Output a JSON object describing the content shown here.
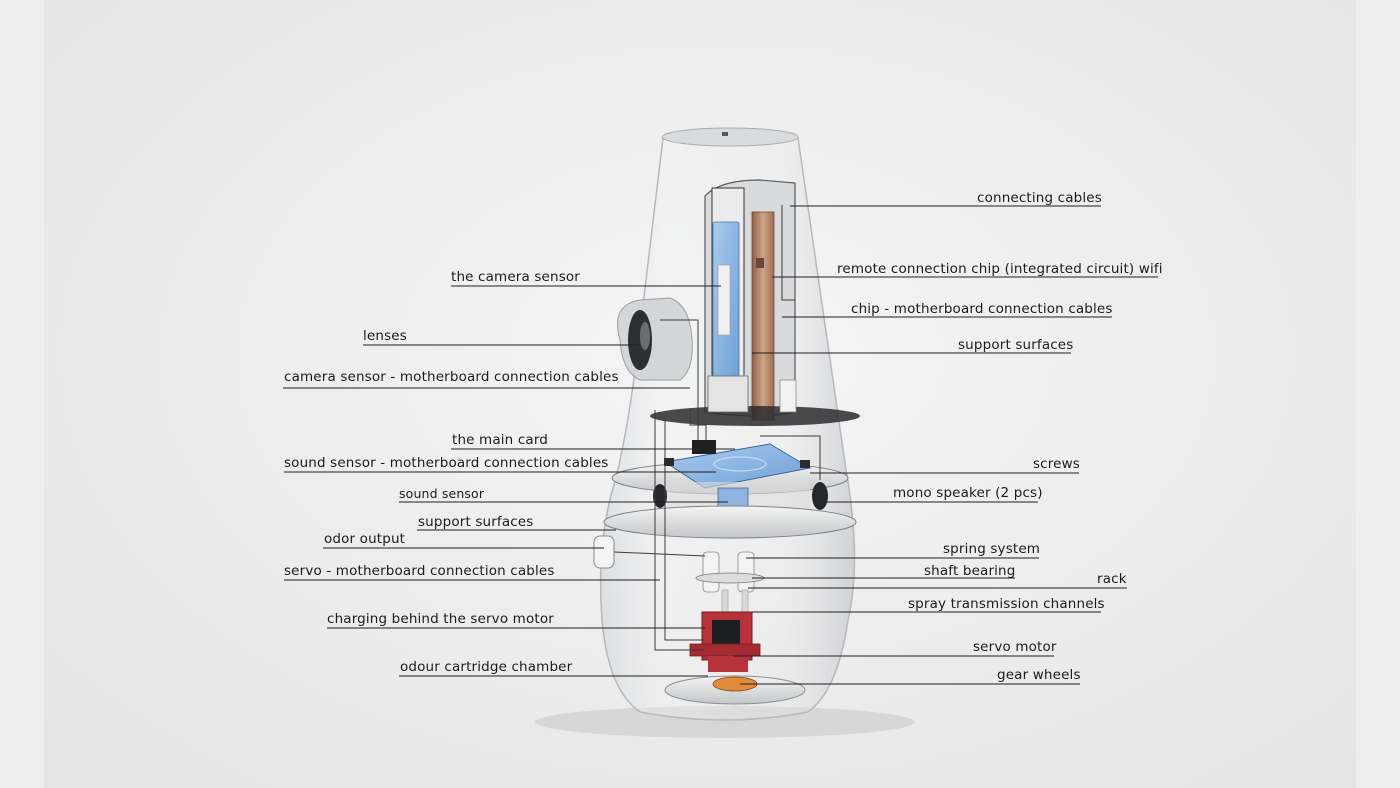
{
  "labels": {
    "connecting_cables": "connecting cables",
    "remote_chip": "remote connection chip (integrated circuit) wifi",
    "chip_cables": "chip - motherboard connection cables",
    "support_surfaces_top": "support surfaces",
    "camera_sensor": "the camera sensor",
    "lenses": "lenses",
    "camera_cables": "camera sensor - motherboard connection cables",
    "main_card": "the main card",
    "sound_cables": "sound sensor - motherboard connection cables",
    "screws": "screws",
    "sound_sensor": "sound sensor",
    "mono_speaker": "mono speaker (2 pcs)",
    "support_surfaces_bottom": "support surfaces",
    "odor_output": "odor output",
    "spring_system": "spring system",
    "servo_cables": "servo - motherboard connection cables",
    "shaft_bearing": "shaft bearing",
    "rack": "rack",
    "spray_channels": "spray transmission channels",
    "charging": "charging behind the servo motor",
    "servo_motor": "servo motor",
    "odour_chamber": "odour cartridge chamber",
    "gear_wheels": "gear wheels"
  },
  "colors": {
    "background": "#eeeeee",
    "leader_line": "#222222",
    "shell": "#c9ccd0",
    "board_blue": "#8fb8e6",
    "chip_copper": "#b98a6e",
    "servo_red": "#b8323a"
  }
}
